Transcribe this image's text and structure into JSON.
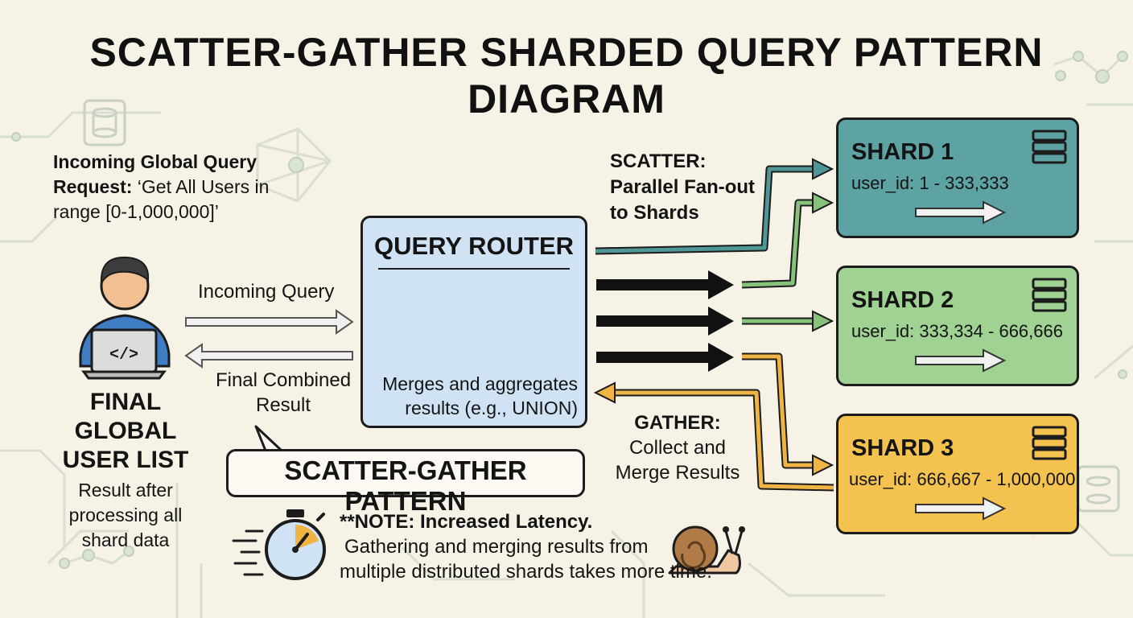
{
  "title": "SCATTER-GATHER SHARDED QUERY PATTERN DIAGRAM",
  "incoming_request": {
    "heading": "Incoming Global Query",
    "label": "Request:",
    "text": "‘Get All Users in",
    "text2": "range [0-1,000,000]’"
  },
  "user": {
    "code_glyph": "</>",
    "final_title_line1": "FINAL GLOBAL",
    "final_title_line2": "USER LIST",
    "final_desc_line1": "Result after",
    "final_desc_line2": "processing all",
    "final_desc_line3": "shard data"
  },
  "flows": {
    "incoming_query": "Incoming Query",
    "final_result_line1": "Final Combined",
    "final_result_line2": "Result"
  },
  "router": {
    "title": "QUERY ROUTER",
    "desc_line1": "Merges and aggregates",
    "desc_line2": "results (e.g., UNION)"
  },
  "scatter": {
    "line1": "SCATTER:",
    "line2": "Parallel Fan-out",
    "line3": "to Shards"
  },
  "gather": {
    "line1": "GATHER:",
    "line2": "Collect and",
    "line3": "Merge Results"
  },
  "shards": [
    {
      "title": "SHARD 1",
      "range": "user_id: 1 - 333,333",
      "color": "#5ea3a3"
    },
    {
      "title": "SHARD 2",
      "range": "user_id: 333,334 - 666,666",
      "color": "#9fd293"
    },
    {
      "title": "SHARD 3",
      "range": "user_id: 666,667 - 1,000,000",
      "color": "#f3c24f"
    }
  ],
  "pattern_label": "SCATTER-GATHER PATTERN",
  "note": {
    "title": "**NOTE: Increased Latency.",
    "line1": "Gathering and merging results from",
    "line2": "multiple distributed shards takes more time."
  },
  "colors": {
    "background": "#f6f2e6",
    "router_fill": "#cfe3f5",
    "teal_arrow": "#4f9797",
    "green_arrow": "#86c27a",
    "orange_arrow": "#f0b445",
    "router_arrow": "#7fa7cc"
  },
  "icons": [
    "person-icon",
    "laptop-icon",
    "server-rack-icon",
    "stopwatch-icon",
    "snail-icon",
    "antenna-icon",
    "split-arrow-icon"
  ]
}
